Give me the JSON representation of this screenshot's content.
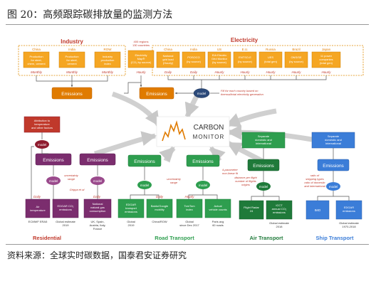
{
  "figure": {
    "title": "图 20：高频跟踪碳排放量的监测方法",
    "source": "资料来源：全球实时碳数据，国泰君安证券研究"
  },
  "colors": {
    "orange": "#f5a623",
    "orange_dark": "#e07b00",
    "red": "#c0392b",
    "dark_red": "#8e1b2e",
    "purple": "#7b2d6e",
    "green": "#2e9e4f",
    "blue": "#3b7dd8",
    "gray": "#666666"
  },
  "industry": {
    "heading": "Industry",
    "cols": [
      {
        "region": "China",
        "box": "Production for steel, chem, cement",
        "freq": "Monthly"
      },
      {
        "region": "India",
        "box": "Production for steel, cement",
        "freq": "Monthly"
      },
      {
        "region": "ROW",
        "box": "Industry production index",
        "freq": "Monthly"
      }
    ],
    "emissions": "Emissions"
  },
  "electricity": {
    "heading": "Electricity",
    "note": "400 regions\n130 countries",
    "cols": [
      {
        "region": "",
        "box": "Electricity Map® (CO2 by source)",
        "freq": "Hourly"
      },
      {
        "region": "China",
        "box": "National grid load (Hourly)",
        "freq": "Daily"
      },
      {
        "region": "India",
        "box": "POSOCO (by source)",
        "freq": "Daily"
      },
      {
        "region": "US",
        "box": "EIA Electric Grid Monitor (by source)",
        "freq": "Hourly"
      },
      {
        "region": "E.U.",
        "box": "ENTSO-E (by source)",
        "freq": "Hourly"
      },
      {
        "region": "Russia",
        "box": "UES (total gen)",
        "freq": "Hourly"
      },
      {
        "region": "Brazil",
        "box": "ONS/SE (by source)",
        "freq": "Hourly"
      },
      {
        "region": "Japan",
        "box": "11 power companies (total gen)",
        "freq": "Hourly"
      }
    ],
    "emissions": "Emissions",
    "model": "model",
    "fill_note": "Fill for each country based on thermal/total electricity generation"
  },
  "center": {
    "line1": "CARBON",
    "line2": "MONITOR"
  },
  "residential": {
    "label": "Residential",
    "attribution": "Attribution to temperature and other factors",
    "emissions": "Emissions",
    "model": "model",
    "uncertainty": "uncertainty range",
    "gripps": "Grippa et al",
    "sources": [
      {
        "box": "Air temperature",
        "freq": "Daily",
        "under": "ECMWF ERA5"
      },
      {
        "box": "EDGAR CO2 emissions",
        "freq": "",
        "under": "Global estimate 2019"
      },
      {
        "box": "National natural gas consumption",
        "freq": "Daily",
        "under": "UK, Spain, Austria, Italy, France"
      }
    ]
  },
  "road": {
    "label": "Road Transport",
    "emissions_left": "Emissions",
    "emissions_right": "Emissions",
    "model": "model",
    "uncertainty": "uncertainty range",
    "param_note": "4-parameter non-linear fit",
    "sources": [
      {
        "box": "EDGAR transport emissions",
        "freq": "",
        "under": "Global 2019"
      },
      {
        "box": "Baidu/Google mobility",
        "freq": "Daily",
        "under": "China/ROW"
      },
      {
        "box": "TomTom index",
        "freq": "Hourly",
        "under": "Global since Dec 2017"
      },
      {
        "box": "Actual vehicle counts",
        "freq": "",
        "under": "Paris avg 60 roads"
      }
    ]
  },
  "air": {
    "label": "Air Transport",
    "top_box": "Separate domestic and international",
    "emissions": "Emissions",
    "model": "model",
    "note": "distance per flight number of flights origins",
    "sources": [
      {
        "box": "Flight Radar 24",
        "freq": "",
        "under": ""
      },
      {
        "box": "ICCT annual CO2 emissions",
        "freq": "",
        "under": "Global estimate 2018"
      }
    ]
  },
  "ship": {
    "label": "Ship Transport",
    "top_box": "Separate domestic and international",
    "emissions": "Emissions",
    "model": "model",
    "note": "ratio of shipping types ratio of domestic and international",
    "sources": [
      {
        "box": "IMO",
        "freq": "",
        "under": ""
      },
      {
        "box": "EDGAR emissions",
        "freq": "",
        "under": "Global estimate 1970-2018"
      }
    ]
  }
}
